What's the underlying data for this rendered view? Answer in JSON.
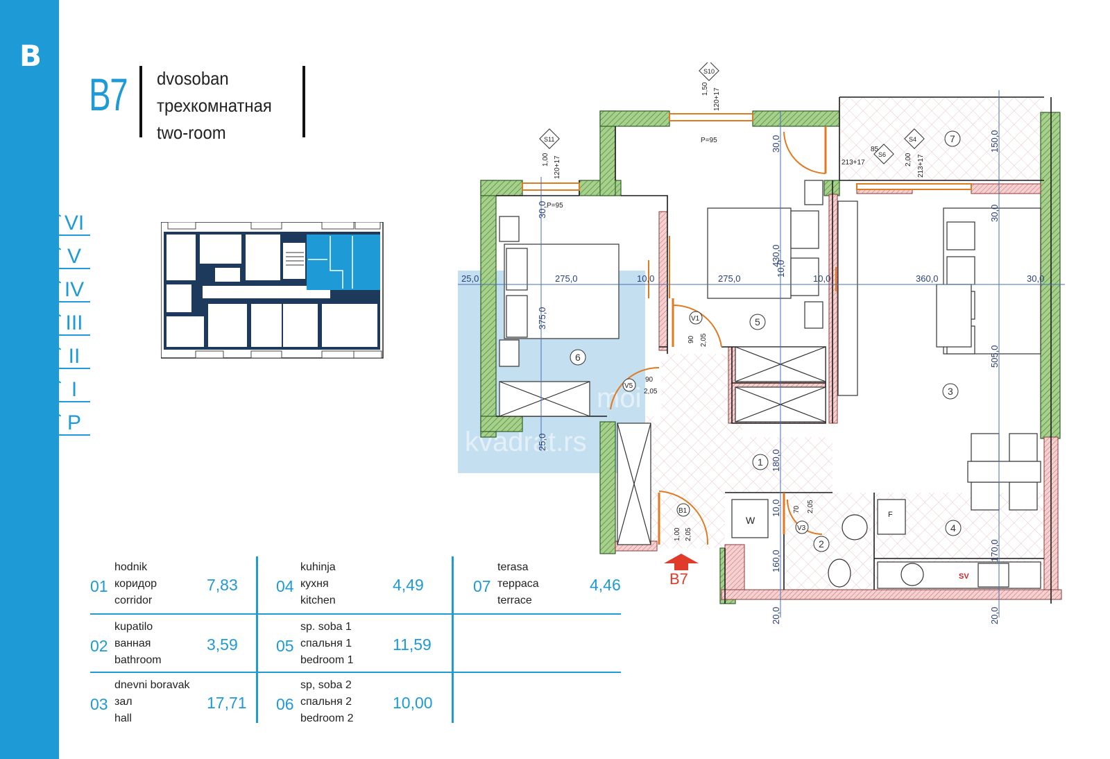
{
  "block_letter": "B",
  "floors": [
    "VI",
    "V",
    "IV",
    "III",
    "II",
    "I",
    "P"
  ],
  "unit": {
    "code": "B7",
    "names": [
      "dvosoban",
      "трехкомнатная",
      "two-room"
    ]
  },
  "rooms": [
    {
      "num": "01",
      "names": [
        "hodnik",
        "коридор",
        "corridor"
      ],
      "area": "7,83"
    },
    {
      "num": "02",
      "names": [
        "kupatilo",
        "ванная",
        "bathroom"
      ],
      "area": "3,59"
    },
    {
      "num": "03",
      "names": [
        "dnevni boravak",
        "зал",
        "hall"
      ],
      "area": "17,71"
    },
    {
      "num": "04",
      "names": [
        "kuhinja",
        "кухня",
        "kitchen"
      ],
      "area": "4,49"
    },
    {
      "num": "05",
      "names": [
        "sp. soba 1",
        "спальня 1",
        "bedroom 1"
      ],
      "area": "11,59"
    },
    {
      "num": "06",
      "names": [
        "sp, soba 2",
        "спальня 2",
        "bedroom 2"
      ],
      "area": "10,00"
    },
    {
      "num": "07",
      "names": [
        "terasa",
        "терраса",
        "terrace"
      ],
      "area": "4,46"
    }
  ],
  "plan": {
    "entrance_label": "B7",
    "room_markers": [
      "1",
      "2",
      "3",
      "4",
      "5",
      "6",
      "7"
    ],
    "dims_horizontal": [
      "25,0",
      "275,0",
      "10,0",
      "275,0",
      "10,0",
      "360,0",
      "30,0"
    ],
    "dims_vertical": [
      "30,0",
      "375,0",
      "25,0",
      "30,0",
      "430,0",
      "10,0",
      "180,0",
      "10,0",
      "160,0",
      "20,0",
      "150,0",
      "30,0",
      "505,0",
      "170,0",
      "20,0"
    ],
    "door_tags": [
      "V1",
      "V5",
      "V3",
      "B1"
    ],
    "window_tags": [
      "S10",
      "S11",
      "S4",
      "S6"
    ],
    "window_notes": [
      "1,50",
      "120+17",
      "P=95",
      "1,00",
      "120+17",
      "P=95",
      "85",
      "213+17",
      "2,00",
      "213+17"
    ],
    "door_notes": [
      "90",
      "2,05",
      "90",
      "2,05",
      "70",
      "2,05",
      "1,00",
      "2,05"
    ],
    "fixture_labels": [
      "W",
      "F",
      "SV"
    ],
    "watermark": [
      "moi",
      "kvadrat.rs"
    ]
  },
  "colors": {
    "accent": "#1e9ad6",
    "wall_fill": "#a8d08d",
    "wall_hatch": "#4f8a3a",
    "door_orange": "#e07a20",
    "dim_blue": "#4a6fb5",
    "entrance_red": "#e03a2a"
  }
}
